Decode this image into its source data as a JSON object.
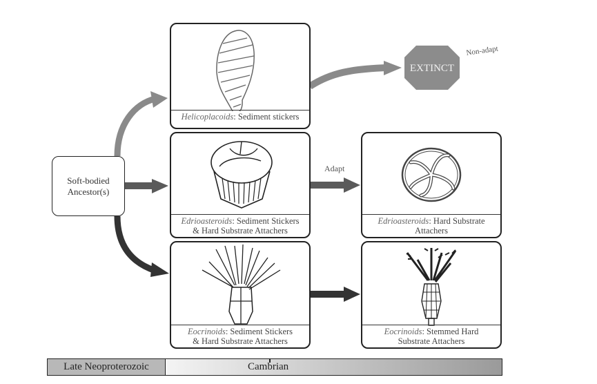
{
  "ancestor": {
    "line1": "Soft-bodied",
    "line2": "Ancestor(s)"
  },
  "boxes": {
    "helicoplacoids": {
      "taxon": "Helicoplacoids",
      "rest": ": Sediment stickers",
      "line2": ""
    },
    "edrio_mid": {
      "taxon": "Edrioasteroids",
      "rest": ": Sediment Stickers",
      "line2": "& Hard Substrate Attachers"
    },
    "eocrin_mid": {
      "taxon": "Eocrinoids",
      "rest": ": Sediment Stickers",
      "line2": "& Hard Substrate Attachers"
    },
    "edrio_right": {
      "taxon": "Edrioasteroids",
      "rest": ": Hard Substrate",
      "line2": "Attachers"
    },
    "eocrin_right": {
      "taxon": "Eocrinoids",
      "rest": ": Stemmed Hard",
      "line2": "Substrate Attachers"
    }
  },
  "labels": {
    "adapt": "Adapt",
    "non_adapt": "Non-adapt",
    "extinct": "EXTINCT"
  },
  "timeline": {
    "late": "Late Neoproterozoic",
    "cambrian": "Cambrian"
  },
  "colors": {
    "arrow_light": "#8a8a8a",
    "arrow_mid": "#5a5a5a",
    "arrow_dark": "#333333",
    "extinct_fill": "#8c8c8c"
  }
}
